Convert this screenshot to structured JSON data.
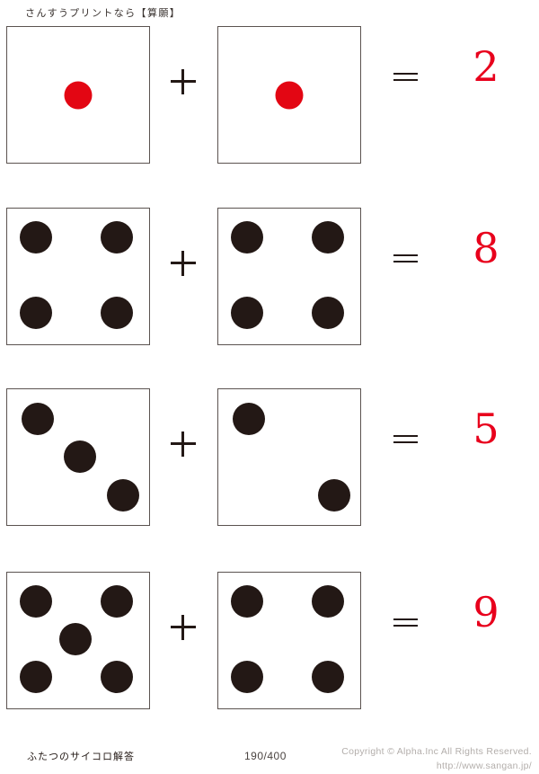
{
  "header": {
    "title": "さんすうプリントなら【算願】"
  },
  "colors": {
    "red_pip": "#e30613",
    "black_pip": "#231815",
    "answer_red": "#e8001c",
    "box_border": "#5b5350",
    "footer_gray": "#b3aeab"
  },
  "symbols": {
    "plus": "+",
    "equals": "="
  },
  "problems": [
    {
      "index": 1,
      "left_die": {
        "value": 1,
        "pip_color": "red",
        "pattern": "center"
      },
      "right_die": {
        "value": 1,
        "pip_color": "red",
        "pattern": "center"
      },
      "operator": "+",
      "relation": "=",
      "answer": "2"
    },
    {
      "index": 2,
      "left_die": {
        "value": 4,
        "pip_color": "black",
        "pattern": "corners"
      },
      "right_die": {
        "value": 4,
        "pip_color": "black",
        "pattern": "corners"
      },
      "operator": "+",
      "relation": "=",
      "answer": "8"
    },
    {
      "index": 3,
      "left_die": {
        "value": 3,
        "pip_color": "black",
        "pattern": "diagonal3"
      },
      "right_die": {
        "value": 2,
        "pip_color": "black",
        "pattern": "diagonal2"
      },
      "operator": "+",
      "relation": "=",
      "answer": "5"
    },
    {
      "index": 4,
      "left_die": {
        "value": 5,
        "pip_color": "black",
        "pattern": "corners-center"
      },
      "right_die": {
        "value": 4,
        "pip_color": "black",
        "pattern": "corners"
      },
      "operator": "+",
      "relation": "=",
      "answer": "9"
    }
  ],
  "footer": {
    "title": "ふたつのサイコロ解答",
    "page": "190/400",
    "copyright": "Copyright ©  Alpha.Inc All Rights Reserved.",
    "url": "http://www.sangan.jp/"
  }
}
